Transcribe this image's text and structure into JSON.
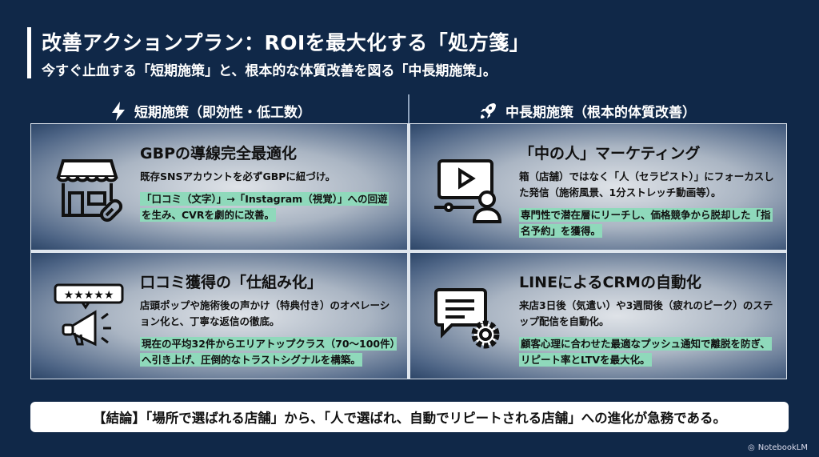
{
  "header": {
    "title": "改善アクションプラン：ROIを最大化する「処方箋」",
    "subtitle": "今すぐ止血する「短期施策」と、根本的な体質改善を図る「中長期施策」。"
  },
  "columns": [
    {
      "label": "短期施策（即効性・低工数）",
      "icon": "lightning-icon"
    },
    {
      "label": "中長期施策（根本的体質改善）",
      "icon": "rocket-icon"
    }
  ],
  "cards": [
    {
      "title": "GBPの導線完全最適化",
      "text": "既存SNSアカウントを必ずGBPに紐づけ。",
      "highlight": "「口コミ（文字）」→「Instagram（視覚）」への回遊を生み、CVRを劇的に改善。",
      "icon": "storefront-link-icon"
    },
    {
      "title": "「中の人」マーケティング",
      "text": "箱（店舗）ではなく「人（セラピスト）」にフォーカスした発信（施術風景、1分ストレッチ動画等）。",
      "highlight": "専門性で潜在層にリーチし、価格競争から脱却した「指名予約」を獲得。",
      "icon": "video-person-icon"
    },
    {
      "title": "口コミ獲得の「仕組み化」",
      "text": "店頭ポップや施術後の声かけ（特典付き）のオペレーション化と、丁寧な返信の徹底。",
      "highlight": "現在の平均32件からエリアトップクラス（70〜100件）へ引き上げ、圧倒的なトラストシグナルを構築。",
      "icon": "megaphone-stars-icon",
      "stars": "★★★★★"
    },
    {
      "title": "LINEによるCRMの自動化",
      "text": "来店3日後（気遣い）や3週間後（疲れのピーク）のステップ配信を自動化。",
      "highlight": "顧客心理に合わせた最適なプッシュ通知で離脱を防ぎ、リピート率とLTVを最大化。",
      "icon": "chat-gear-icon"
    }
  ],
  "conclusion": "【結論】「場所で選ばれる店舗」から、「人で選ばれ、自動でリピートされる店舗」への進化が急務である。",
  "watermark": "NotebookLM"
}
